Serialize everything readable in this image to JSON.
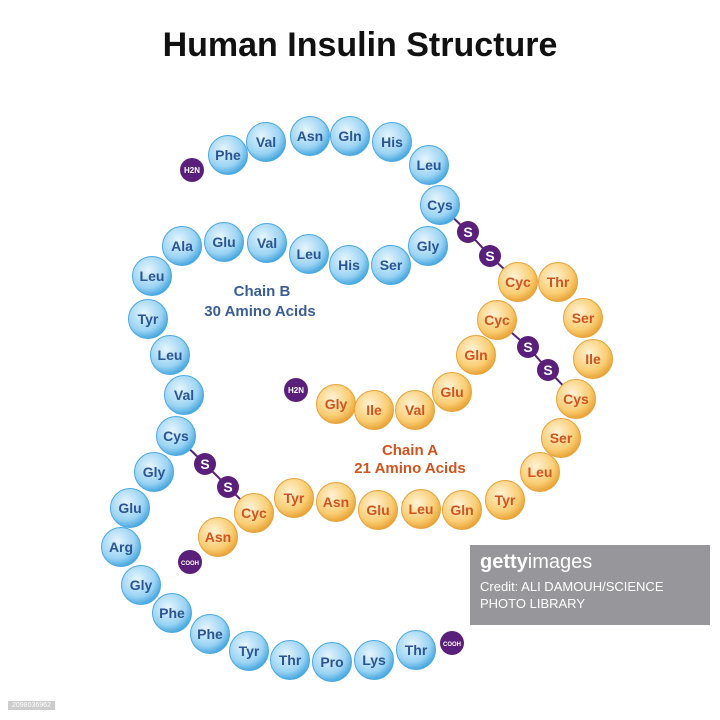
{
  "title": "Human Insulin Structure",
  "chain_b": {
    "label": "Chain B",
    "count_label": "30 Amino Acids",
    "n_terminus": "H2N",
    "c_terminus": "COOH",
    "residues": [
      "Phe",
      "Val",
      "Asn",
      "Gln",
      "His",
      "Leu",
      "Cys",
      "Gly",
      "Ser",
      "His",
      "Leu",
      "Val",
      "Glu",
      "Ala",
      "Leu",
      "Tyr",
      "Leu",
      "Val",
      "Cys",
      "Gly",
      "Glu",
      "Arg",
      "Gly",
      "Phe",
      "Phe",
      "Tyr",
      "Thr",
      "Pro",
      "Lys",
      "Thr"
    ],
    "color": "#7cc4ee"
  },
  "chain_a": {
    "label": "Chain A",
    "count_label": "21 Amino Acids",
    "n_terminus": "H2N",
    "c_terminus": "COOH",
    "residues": [
      "Gly",
      "Ile",
      "Val",
      "Glu",
      "Gln",
      "Cyc",
      "Cyc",
      "Thr",
      "Ser",
      "Ile",
      "Cys",
      "Ser",
      "Leu",
      "Tyr",
      "Gln",
      "Leu",
      "Glu",
      "Asn",
      "Tyr",
      "Cyc",
      "Asn"
    ],
    "color": "#f7c25a"
  },
  "disulfide_label": "S",
  "disulfide_color": "#5a1f7a",
  "watermark": {
    "brand_bold": "getty",
    "brand_light": "images",
    "credit": "Credit: ALI DAMOUH/SCIENCE PHOTO LIBRARY"
  },
  "image_id": "2098036962"
}
